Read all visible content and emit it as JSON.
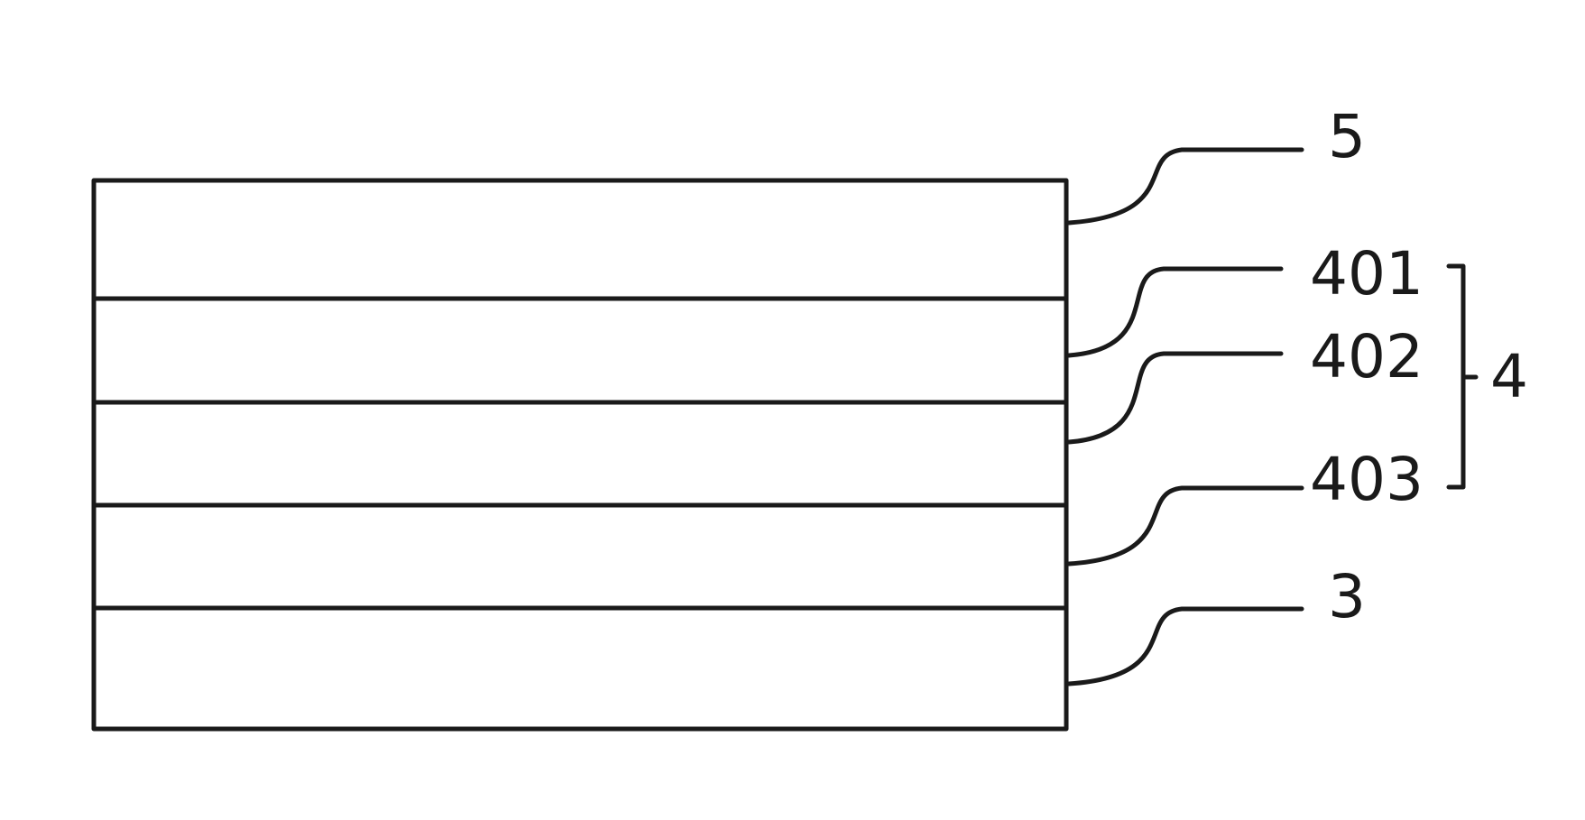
{
  "diagram": {
    "layers": [
      {
        "id": "5"
      },
      {
        "id": "401"
      },
      {
        "id": "402"
      },
      {
        "id": "403"
      },
      {
        "id": "3"
      }
    ],
    "labels": {
      "layer_5": "5",
      "layer_401": "401",
      "layer_402": "402",
      "layer_403": "403",
      "layer_3": "3",
      "group_4": "4"
    },
    "group": {
      "label": "4",
      "members": [
        "401",
        "402",
        "403"
      ]
    },
    "colors": {
      "line": "#1a1a1a",
      "background": "#ffffff"
    }
  }
}
